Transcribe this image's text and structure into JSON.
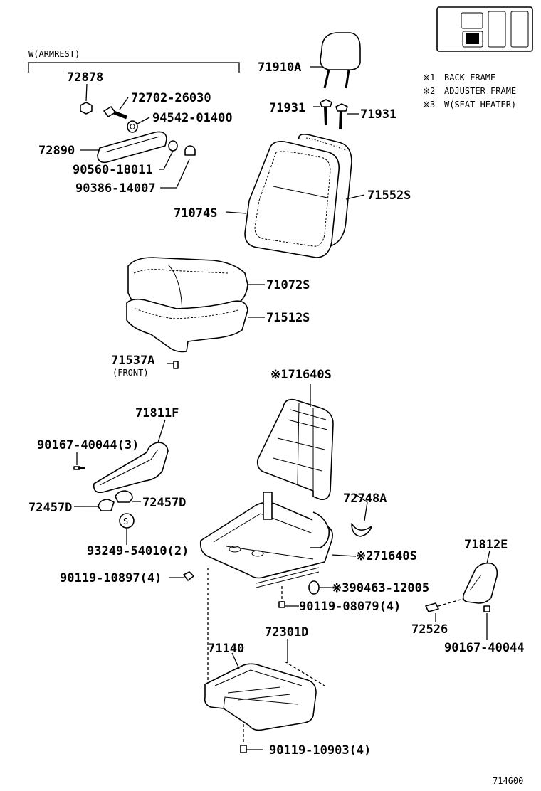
{
  "armrest_group": {
    "label": "W(ARMREST)"
  },
  "legend": {
    "items": [
      {
        "mark": "※1",
        "text": "BACK FRAME"
      },
      {
        "mark": "※2",
        "text": "ADJUSTER FRAME"
      },
      {
        "mark": "※3",
        "text": "W(SEAT HEATER)"
      }
    ]
  },
  "parts": {
    "p72878": "72878",
    "p72702": "72702-26030",
    "p94542": "94542-01400",
    "p72890": "72890",
    "p90560": "90560-18011",
    "p90386": "90386-14007",
    "p71910A": "71910A",
    "p71931a": "71931",
    "p71931b": "71931",
    "p71552S": "71552S",
    "p71074S": "71074S",
    "p71072S": "71072S",
    "p71512S": "71512S",
    "p71537A": "71537A",
    "p71537A_note": "(FRONT)",
    "p71640S_1": "※171640S",
    "p71811F": "71811F",
    "p90167_3": "90167-40044(3)",
    "p72457D_r": "72457D",
    "p72457D_l": "72457D",
    "p93249": "93249-54010(2)",
    "p72748A": "72748A",
    "p71640S_2": "※271640S",
    "p90119_10897": "90119-10897(4)",
    "p390463": "※390463-12005",
    "p90119_08079": "90119-08079(4)",
    "p71812E": "71812E",
    "p72526": "72526",
    "p90167_single": "90167-40044",
    "p72301D": "72301D",
    "p71140": "71140",
    "p90119_10903": "90119-10903(4)",
    "s_mark": "S"
  },
  "diagram_code": "714600"
}
